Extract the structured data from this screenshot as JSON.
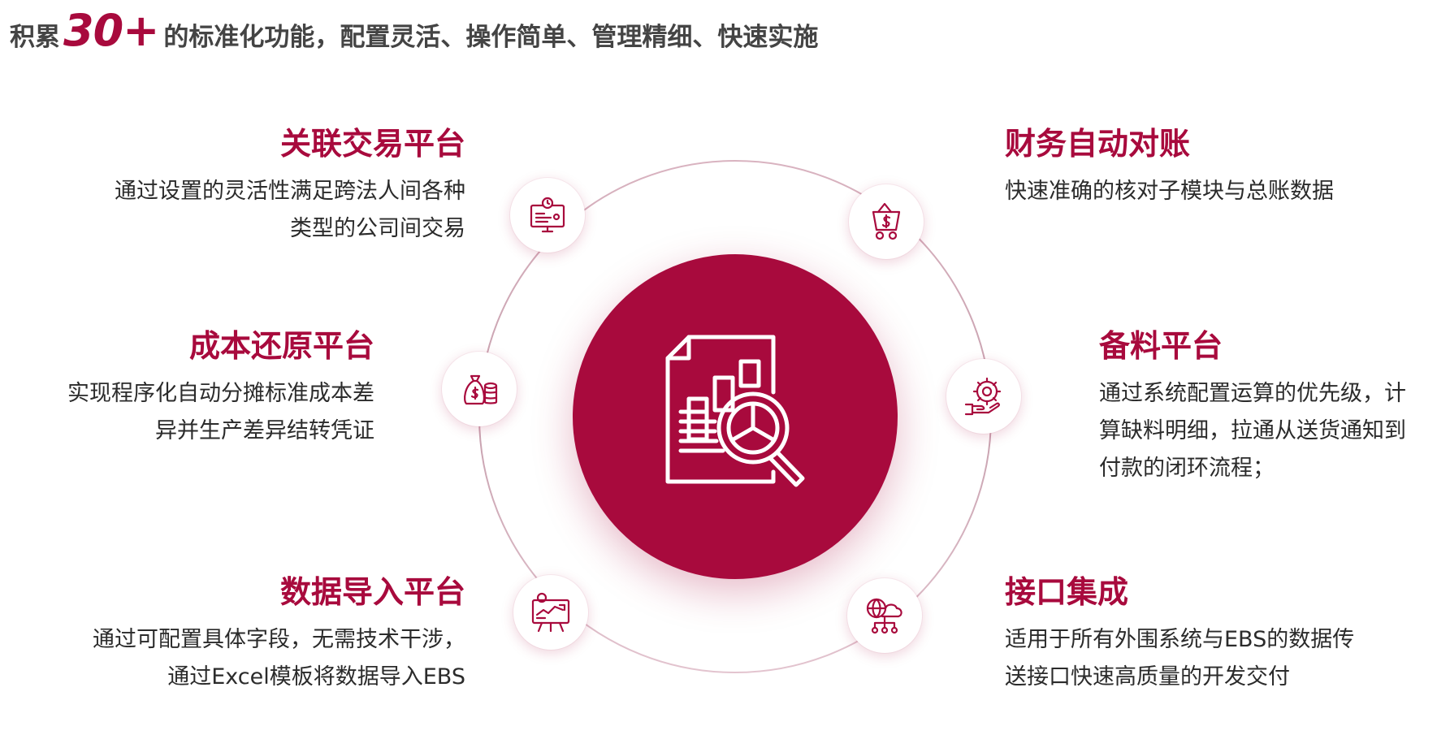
{
  "header": {
    "prefix": "积累",
    "highlight": "30+",
    "suffix": "的标准化功能，配置灵活、操作简单、管理精细、快速实施"
  },
  "colors": {
    "accent": "#a80a3d",
    "text": "#2b2b2b",
    "heading": "#444444"
  },
  "features": [
    {
      "title": "关联交易平台",
      "lines": [
        "通过设置的灵活性满足跨法人间各种",
        "类型的公司间交易"
      ],
      "icon": "monitor-clock-icon"
    },
    {
      "title": "成本还原平台",
      "lines": [
        "实现程序化自动分摊标准成本差",
        "异并生产差异结转凭证"
      ],
      "icon": "money-bag-coins-icon"
    },
    {
      "title": "数据导入平台",
      "lines": [
        "通过可配置具体字段，无需技术干涉，",
        "通过Excel模板将数据导入EBS"
      ],
      "icon": "presentation-board-icon"
    },
    {
      "title": "财务自动对账",
      "lines": [
        "快速准确的核对子模块与总账数据"
      ],
      "icon": "dollar-cart-icon"
    },
    {
      "title": "备料平台",
      "lines": [
        "通过系统配置运算的优先级，计",
        "算缺料明细，拉通从送货通知到",
        "付款的闭环流程；"
      ],
      "icon": "gear-hand-icon"
    },
    {
      "title": "接口集成",
      "lines": [
        "适用于所有外围系统与EBS的数据传",
        "送接口快速高质量的开发交付"
      ],
      "icon": "globe-cloud-network-icon"
    }
  ],
  "center_icon": "document-analysis-icon"
}
